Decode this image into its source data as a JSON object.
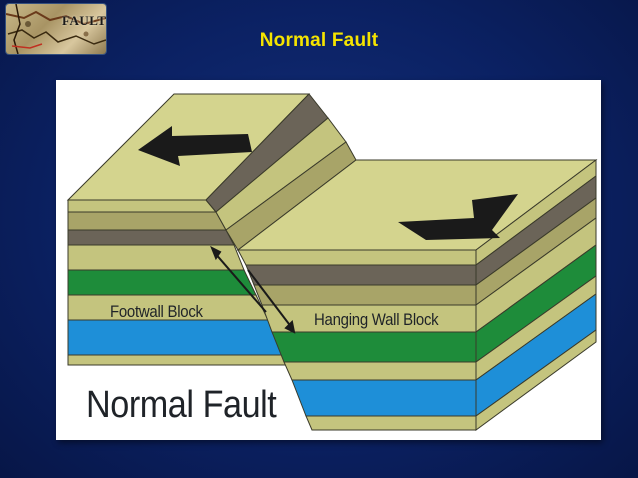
{
  "slide": {
    "title": "Normal Fault"
  },
  "logo": {
    "text": "FAULT"
  },
  "diagram": {
    "title": "Normal Fault",
    "footwall_label": "Footwall Block",
    "hanging_wall_label": "Hanging Wall Block"
  },
  "colors": {
    "background": "#0b2163",
    "title_text": "#f5e400",
    "layer_tan": "#c4c47e",
    "layer_dark_gray": "#6b6458",
    "layer_green": "#1e8c3a",
    "layer_blue": "#1e8fd8",
    "arrow": "#1a1a1a"
  }
}
